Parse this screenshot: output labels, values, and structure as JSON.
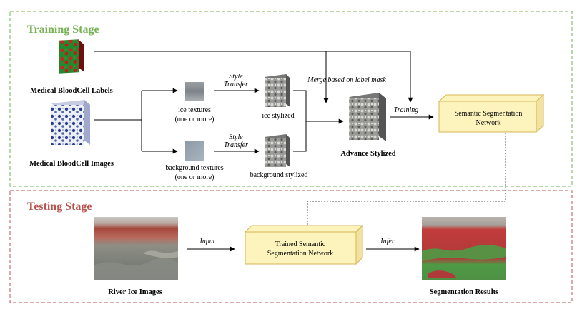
{
  "colors": {
    "training_accent": "#77b255",
    "testing_accent": "#b85450",
    "network_fill": "#fdf3bd",
    "network_stroke": "#d6b656"
  },
  "training": {
    "title": "Training Stage",
    "labels_caption": "Medical BloodCell Labels",
    "images_caption": "Medical BloodCell Images",
    "ice_tex_line1": "ice textures",
    "ice_tex_line2": "(one or more)",
    "bg_tex_line1": "background textures",
    "bg_tex_line2": "(one or more)",
    "style_transfer_1a": "Style",
    "style_transfer_1b": "Transfer",
    "style_transfer_2a": "Style",
    "style_transfer_2b": "Transfer",
    "ice_stylized": "ice stylized",
    "bg_stylized": "background stylized",
    "merge_note": "Merge based on label mask",
    "advance_stylized": "Advance Stylized",
    "training_arrow": "Training",
    "network_line1": "Semantic Segmentation",
    "network_line2": "Network"
  },
  "testing": {
    "title": "Testing Stage",
    "river_caption": "River Ice Images",
    "input_arrow": "Input",
    "network_line1": "Trained Semantic",
    "network_line2": "Segmentation Network",
    "infer_arrow": "Infer",
    "results_caption": "Segmentation Results"
  }
}
